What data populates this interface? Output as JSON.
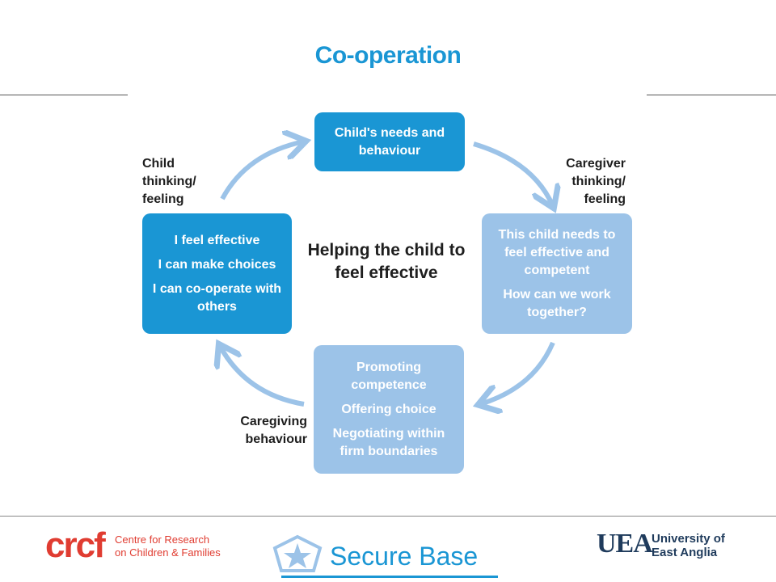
{
  "title": "Co-operation",
  "center": "Helping the child to feel effective",
  "boxes": {
    "top": {
      "lines": [
        "Child's needs and behaviour"
      ]
    },
    "left": {
      "lines": [
        "I feel effective",
        "I can make choices",
        "I can co-operate with others"
      ]
    },
    "right": {
      "lines": [
        "This child needs to feel effective and competent",
        "How can we work together?"
      ]
    },
    "bottom": {
      "lines": [
        "Promoting competence",
        "Offering choice",
        "Negotiating within firm boundaries"
      ]
    }
  },
  "labels": {
    "child_thinking": "Child\nthinking/\nfeeling",
    "caregiver_thinking": "Caregiver\nthinking/\nfeeling",
    "caregiving_behaviour": "Caregiving\nbehaviour"
  },
  "footer": {
    "crcf_mark": "crcf",
    "crcf_text": "Centre for Research\non Children & Families",
    "secure_base": "Secure Base",
    "uea_mark": "UEA",
    "uea_text": "University of\nEast Anglia"
  },
  "colors": {
    "accent": "#1a96d4",
    "light_box": "#9cc3e8",
    "arrow": "#9cc3e8",
    "crcf": "#e03c31",
    "uea": "#1f3b5c"
  }
}
